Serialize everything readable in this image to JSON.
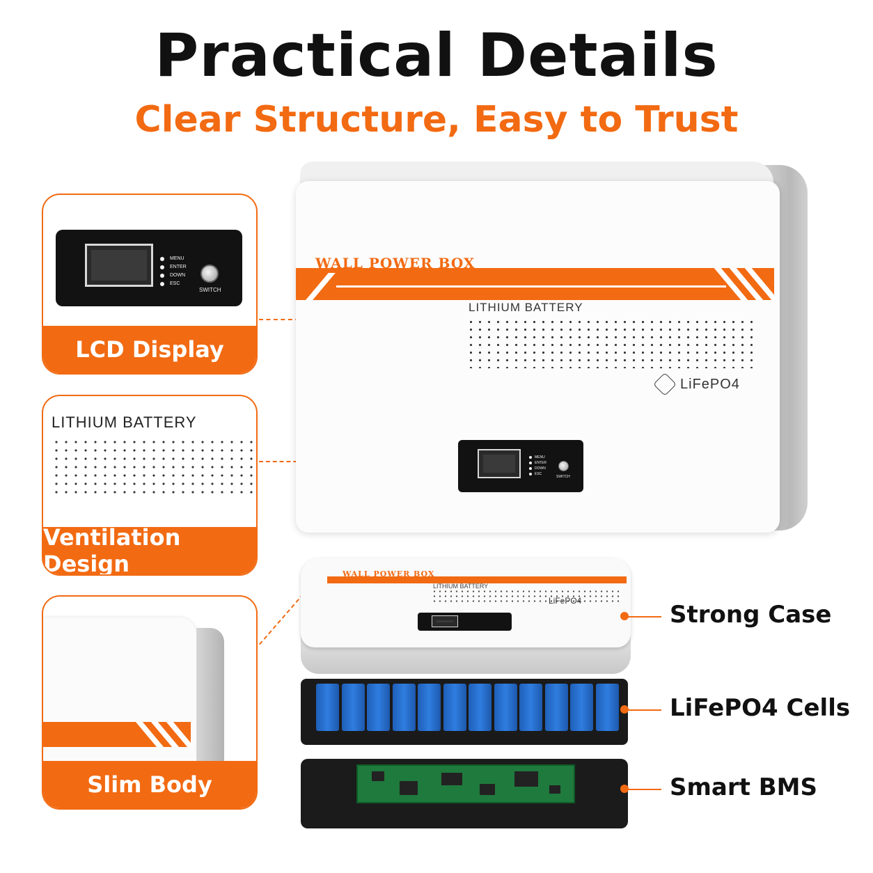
{
  "header": {
    "title": "Practical Details",
    "subtitle": "Clear Structure, Easy to Trust"
  },
  "colors": {
    "accent": "#f26a12",
    "text": "#111111",
    "case": "#fcfcfc",
    "cells": "#2f7de0",
    "pcb": "#1f7a3d"
  },
  "callouts": [
    {
      "label": "LCD Display"
    },
    {
      "label": "Ventilation Design"
    },
    {
      "label": "Slim Body"
    }
  ],
  "lcd": {
    "buttons": [
      "MENU",
      "ENTER",
      "DOWN",
      "ESC"
    ],
    "switch_label": "SWITCH"
  },
  "device": {
    "brand": "WALL POWER BOX",
    "battery_label": "LITHIUM BATTERY",
    "chemistry_label": "LiFePO4"
  },
  "parts": [
    {
      "label": "Strong Case"
    },
    {
      "label": "LiFePO4 Cells"
    },
    {
      "label": "Smart BMS"
    }
  ]
}
